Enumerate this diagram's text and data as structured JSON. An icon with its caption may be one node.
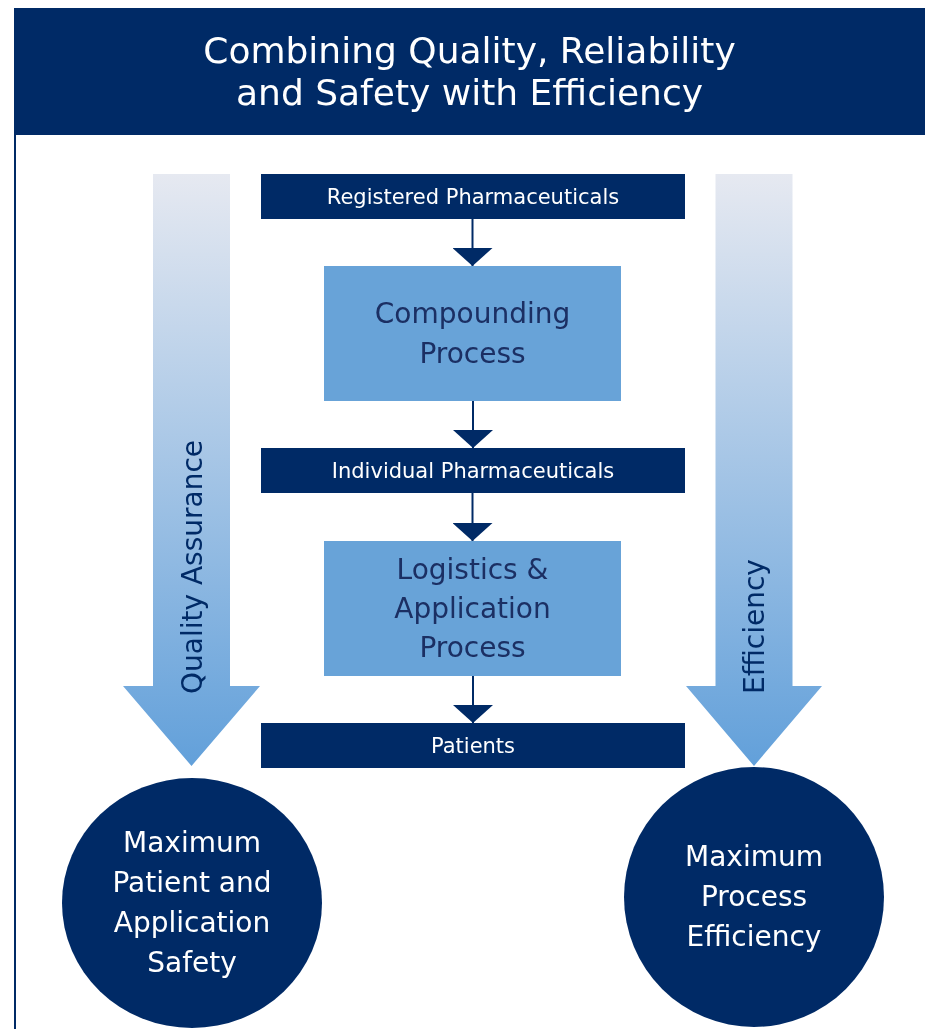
{
  "diagram": {
    "title": "Combining Quality, Reliability and Safety with Efficiency",
    "nodes": [
      {
        "text": [
          "Quality Assurance"
        ]
      },
      {
        "text": [
          "Registered Pharmaceuticals"
        ]
      },
      {
        "text": [
          "Compounding Process"
        ]
      },
      {
        "text": [
          "Individual Pharmaceuticals"
        ]
      },
      {
        "text": [
          "Logistics & Application Process"
        ]
      },
      {
        "text": [
          "Patients"
        ]
      },
      {
        "text": [
          "Efficiency"
        ]
      },
      {
        "text": [
          "Maximum Patient and Application Safety"
        ]
      },
      {
        "text": [
          "Maximum Process Efficiency"
        ]
      }
    ],
    "edges": [
      {
        "from": 1,
        "to": 2,
        "arrow": "to"
      },
      {
        "from": 2,
        "to": 3,
        "arrow": "to"
      },
      {
        "from": 3,
        "to": 4,
        "arrow": "to"
      },
      {
        "from": 4,
        "to": 5,
        "arrow": "to"
      }
    ]
  }
}
